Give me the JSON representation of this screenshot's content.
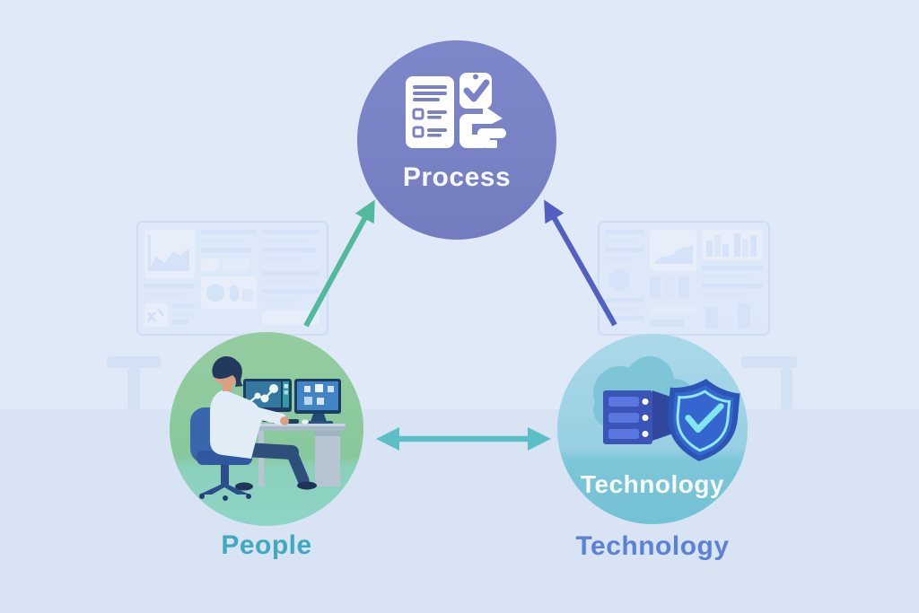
{
  "diagram": {
    "name": "people-process-technology-triangle",
    "background_color": "#e0e9f8",
    "floor_color": "#d8e3f3",
    "nodes": {
      "process": {
        "label": "Process",
        "label_color": "#ffffff",
        "circle_color": "#7a82c6",
        "icon": "checklist-approval-workflow-icon",
        "icon_color": "#ffffff"
      },
      "people": {
        "caption": "People",
        "caption_color": "#41a9bd",
        "circle_color_top": "#95cca1",
        "circle_color_bottom": "#8ed5c7",
        "icon": "person-at-workstation-illustration"
      },
      "technology": {
        "inner_label": "Technology",
        "inner_label_color": "#ffffff",
        "caption": "Technology",
        "caption_color": "#5b82d8",
        "circle_color_top": "#abd9ea",
        "circle_color_bottom": "#73c1d5",
        "icon": "cloud-server-shield-icon"
      }
    },
    "connections": [
      {
        "from": "people",
        "to": "process",
        "style": "arrow",
        "color": "#52b99e"
      },
      {
        "from": "technology",
        "to": "process",
        "style": "arrow",
        "color": "#5160c1"
      },
      {
        "from": "people",
        "to": "technology",
        "style": "double-arrow",
        "color": "#5cbfc6"
      }
    ],
    "background_decor": [
      "faded-dashboard-screen-left",
      "faded-dashboard-screen-right",
      "faded-desk-left",
      "faded-desk-right"
    ]
  }
}
